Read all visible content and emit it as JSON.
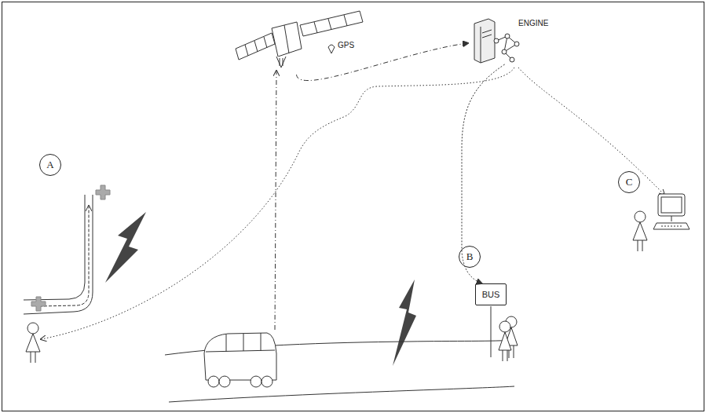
{
  "diagram": {
    "nodes": [
      {
        "text": [
          "GPS"
        ]
      },
      {
        "text": [
          "ENGINE"
        ]
      },
      {
        "text": [
          "A"
        ]
      },
      {
        "text": [
          "B"
        ]
      },
      {
        "text": [
          "BUS"
        ]
      },
      {
        "text": [
          "C"
        ]
      }
    ],
    "edges": [
      {
        "from": 0,
        "to": 1,
        "arrow": "to"
      },
      {
        "from": 1,
        "to": 4,
        "arrow": "to"
      }
    ]
  }
}
